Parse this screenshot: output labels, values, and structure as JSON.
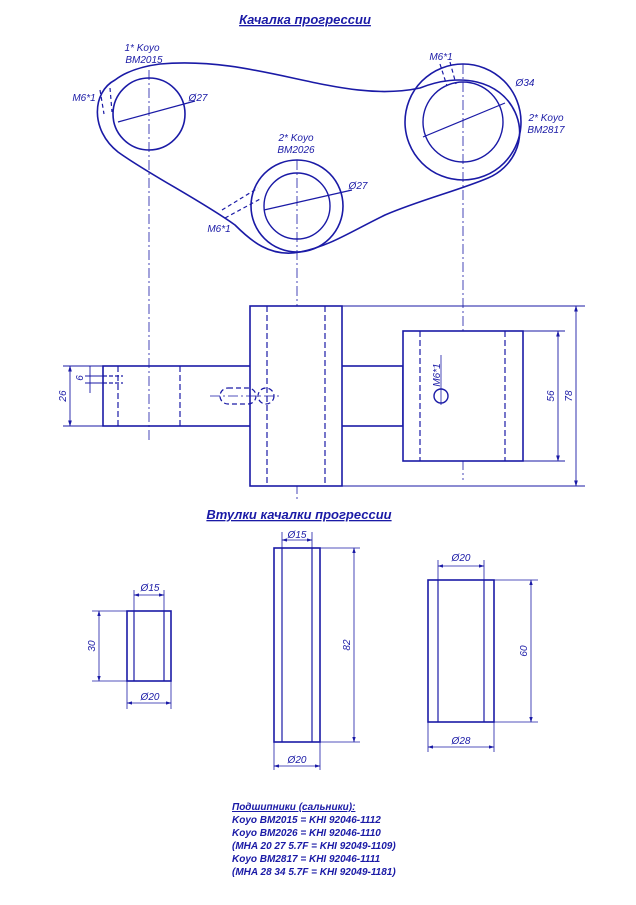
{
  "titles": {
    "main": "Качалка прогрессии",
    "bushings": "Втулки качалки прогрессии"
  },
  "top_view": {
    "bearing_1": {
      "label_1": "1* Koyo",
      "label_2": "BM2015",
      "dia": "Ø27",
      "thread": "M6*1"
    },
    "bearing_2": {
      "label_1": "2* Koyo",
      "label_2": "BM2026",
      "dia": "Ø27",
      "thread": "M6*1"
    },
    "bearing_3": {
      "label_1": "2* Koyo",
      "label_2": "BM2817",
      "dia": "Ø34",
      "thread": "M6*1"
    }
  },
  "side_view": {
    "dim_26": "26",
    "dim_6": "6",
    "dim_56": "56",
    "dim_78": "78",
    "thread": "M6*1"
  },
  "bushings": {
    "small": {
      "top": "Ø15",
      "bottom": "Ø20",
      "height": "30"
    },
    "long": {
      "top": "Ø15",
      "bottom": "Ø20",
      "height": "82"
    },
    "wide": {
      "top": "Ø20",
      "bottom": "Ø28",
      "height": "60"
    }
  },
  "notes": {
    "heading": "Подшипники (сальники):",
    "lines": [
      "Koyo BM2015 = KHI 92046-1112",
      "Koyo BM2026 = KHI 92046-1110",
      "(MHA 20 27 5.7F = KHI 92049-1109)",
      "Koyo BM2817 = KHI 92046-1111",
      "(MHA 28 34 5.7F = KHI 92049-1181)"
    ]
  },
  "colors": {
    "ink": "#1a1aa6",
    "paper": "#ffffff"
  }
}
